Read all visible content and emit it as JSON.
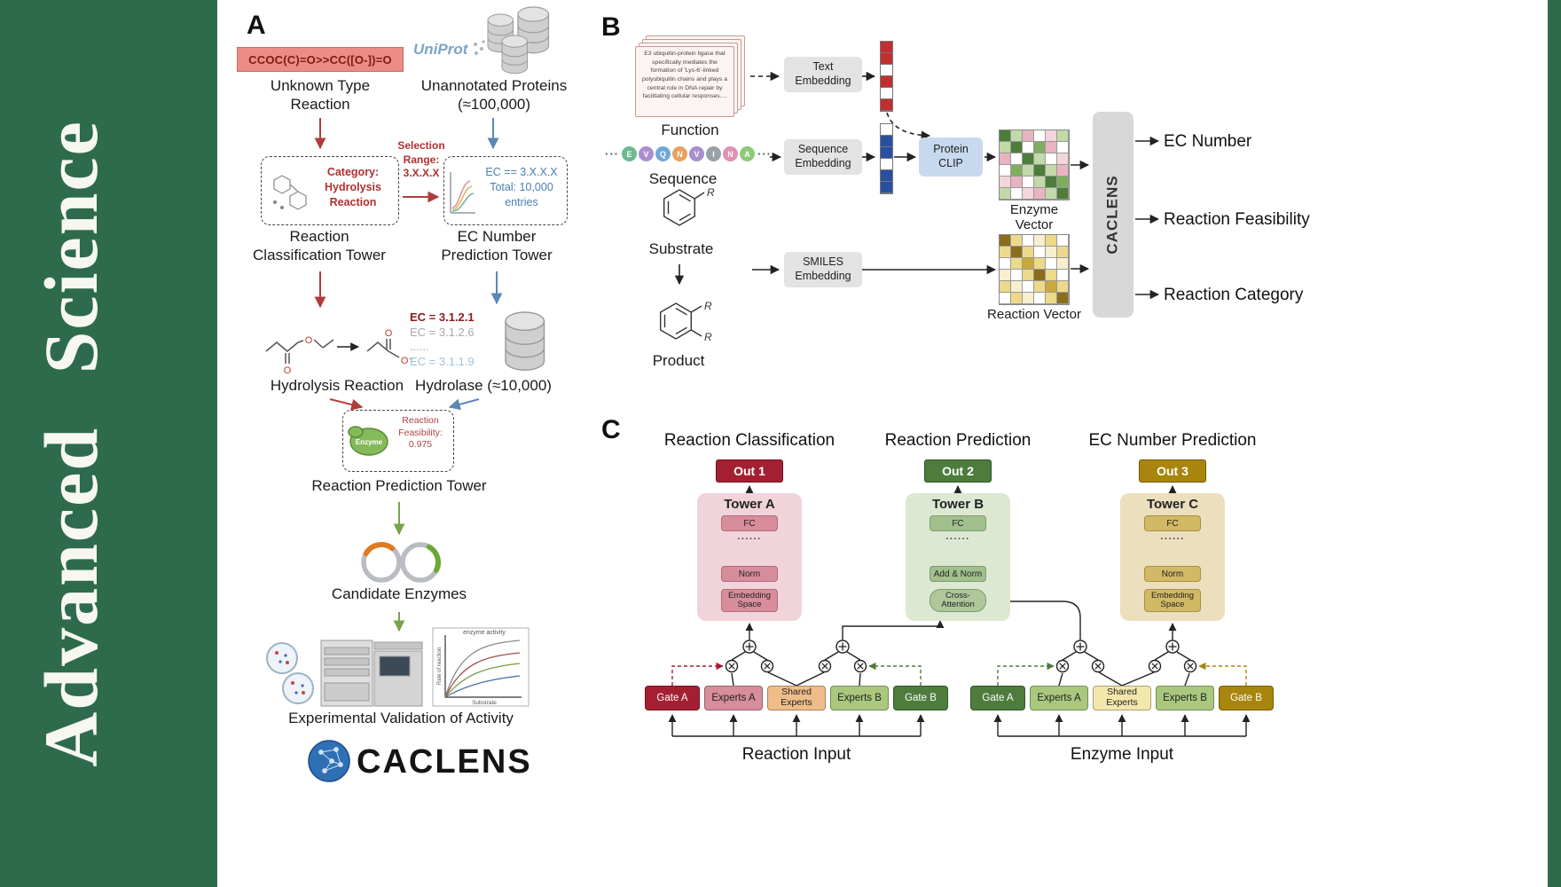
{
  "banner": {
    "title": "Advanced  Science",
    "color": "#2e6b4d"
  },
  "panel_a": {
    "label": "A",
    "smiles_box": "CCOC(C)=O>>CC([O-])=O",
    "unknown_reaction": "Unknown Type Reaction",
    "uniprot": "UniProt",
    "unannotated": "Unannotated Proteins (≈100,000)",
    "category_box": "Category:\nHydrolysis\nReaction",
    "selection_range": "Selection\nRange:\n3.X.X.X",
    "ec_box": "EC == 3.X.X.X\nTotal: 10,000\nentries",
    "classification_tower": "Reaction\nClassification Tower",
    "ec_prediction_tower": "EC Number\nPrediction Tower",
    "hydrolysis_reaction": "Hydrolysis Reaction",
    "ec_list": [
      "EC = 3.1.2.1",
      "EC = 3.1.2.6",
      "......",
      "EC = 3.1.1.9"
    ],
    "hydrolase": "Hydrolase (≈10,000)",
    "enzyme_label": "Enzyme",
    "feasibility": "Reaction\nFeasibility:\n0.975",
    "reaction_prediction_tower": "Reaction Prediction Tower",
    "candidate_enzymes": "Candidate Enzymes",
    "validation": "Experimental Validation of Activity",
    "logo": "CACLENS",
    "atoms": {
      "oxygen": "O",
      "oxygen_anion": "O⁻"
    },
    "mini_chart": {
      "title": "enzyme activity",
      "ylabel": "Rate of reaction",
      "xlabel": "Substrate"
    }
  },
  "panel_b": {
    "label": "B",
    "function_text": "E3 ubiquitin-protein ligase that specifically mediates the formation of 'Lys-6'-linked polyubiquitin chains and plays a central role in DNA repair by facilitating cellular responses....",
    "function": "Function",
    "sequence_dots": "···",
    "sequence": [
      {
        "l": "E",
        "c": "#6fb98f"
      },
      {
        "l": "V",
        "c": "#a98fd0"
      },
      {
        "l": "Q",
        "c": "#6fa8d8"
      },
      {
        "l": "N",
        "c": "#e8a05e"
      },
      {
        "l": "V",
        "c": "#a98fd0"
      },
      {
        "l": "I",
        "c": "#9aa0a8"
      },
      {
        "l": "N",
        "c": "#e090b0"
      },
      {
        "l": "A",
        "c": "#8fc87a"
      }
    ],
    "sequence_label": "Sequence",
    "substrate_label": "Substrate",
    "product_label": "Product",
    "r_label": "R",
    "text_embedding": "Text\nEmbedding",
    "sequence_embedding": "Sequence\nEmbedding",
    "smiles_embedding": "SMILES\nEmbedding",
    "protein_clip": "Protein\nCLIP",
    "enzyme_vector": "Enzyme Vector",
    "reaction_vector": "Reaction Vector",
    "caclens": "CACLENS",
    "outputs": [
      "EC Number",
      "Reaction Feasibility",
      "Reaction Category"
    ],
    "text_vec": [
      "#c03030",
      "#c03030",
      "#ffffff",
      "#c03030",
      "#ffffff",
      "#c03030"
    ],
    "seq_vec": [
      "#ffffff",
      "#2a4fa0",
      "#2a4fa0",
      "#ffffff",
      "#2a4fa0",
      "#2a4fa0"
    ],
    "enzyme_grid": [
      [
        "#4e7c3a",
        "#c2d9a8",
        "#e8b4c0",
        "#ffffff",
        "#f3d6dc",
        "#c2d9a8"
      ],
      [
        "#c2d9a8",
        "#4e7c3a",
        "#ffffff",
        "#7fae5e",
        "#e8b4c0",
        "#ffffff"
      ],
      [
        "#e8b4c0",
        "#ffffff",
        "#4e7c3a",
        "#c2d9a8",
        "#ffffff",
        "#f3d6dc"
      ],
      [
        "#ffffff",
        "#7fae5e",
        "#c2d9a8",
        "#4e7c3a",
        "#c2d9a8",
        "#e8b4c0"
      ],
      [
        "#f3d6dc",
        "#e8b4c0",
        "#ffffff",
        "#c2d9a8",
        "#4e7c3a",
        "#7fae5e"
      ],
      [
        "#c2d9a8",
        "#ffffff",
        "#f3d6dc",
        "#e8b4c0",
        "#c2d9a8",
        "#4e7c3a"
      ]
    ],
    "reaction_grid": [
      [
        "#8a6d1e",
        "#ecd98a",
        "#ffffff",
        "#f7efce",
        "#ecd98a",
        "#ffffff"
      ],
      [
        "#ecd98a",
        "#8a6d1e",
        "#ecd98a",
        "#ffffff",
        "#f7efce",
        "#ecd98a"
      ],
      [
        "#ffffff",
        "#ecd98a",
        "#c9a83e",
        "#ecd98a",
        "#ffffff",
        "#f7efce"
      ],
      [
        "#f7efce",
        "#ffffff",
        "#ecd98a",
        "#8a6d1e",
        "#ecd98a",
        "#ffffff"
      ],
      [
        "#ecd98a",
        "#f7efce",
        "#ffffff",
        "#ecd98a",
        "#c9a83e",
        "#ecd98a"
      ],
      [
        "#ffffff",
        "#ecd98a",
        "#f7efce",
        "#ffffff",
        "#ecd98a",
        "#8a6d1e"
      ]
    ]
  },
  "panel_c": {
    "label": "C",
    "towers": [
      {
        "title": "Reaction Classification",
        "out": "Out 1",
        "tower": "Tower A",
        "fc": "FC",
        "dots": "......",
        "mid": "Norm",
        "bottom": "Embedding Space"
      },
      {
        "title": "Reaction Prediction",
        "out": "Out 2",
        "tower": "Tower B",
        "fc": "FC",
        "dots": "......",
        "mid": "Add & Norm",
        "bottom": "Cross-Attention"
      },
      {
        "title": "EC Number Prediction",
        "out": "Out 3",
        "tower": "Tower C",
        "fc": "FC",
        "dots": "......",
        "mid": "Norm",
        "bottom": "Embedding Space"
      }
    ],
    "left_group": {
      "gate_a": "Gate A",
      "experts_a": "Experts A",
      "shared": "Shared Experts",
      "experts_b": "Experts B",
      "gate_b": "Gate B",
      "input": "Reaction Input"
    },
    "right_group": {
      "gate_a": "Gate A",
      "experts_a": "Experts A",
      "shared": "Shared Experts",
      "experts_b": "Experts B",
      "gate_b": "Gate B",
      "input": "Enzyme Input"
    }
  }
}
